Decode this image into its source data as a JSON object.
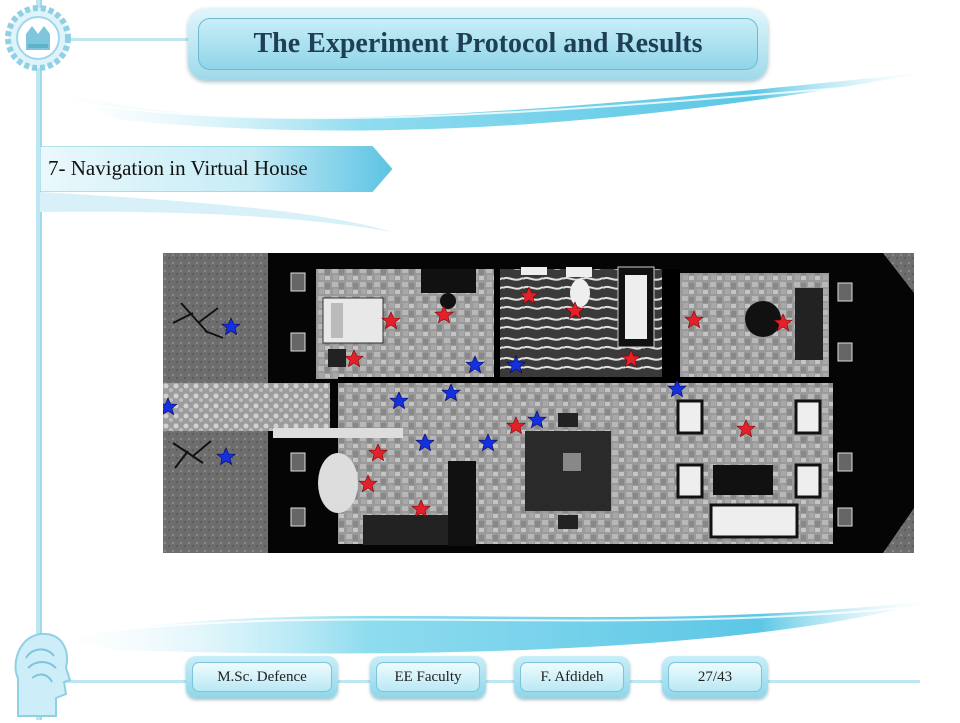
{
  "slide": {
    "title": "The Experiment Protocol and Results",
    "section": "7- Navigation in Virtual House"
  },
  "footer": {
    "degree": "M.Sc. Defence",
    "faculty": "EE Faculty",
    "author": "F. Afdideh",
    "page": "27/43"
  },
  "colors": {
    "accent": "#7fd3ea",
    "red_star": "#e5202a",
    "blue_star": "#1430e0"
  },
  "icons": [
    "university-logo-icon",
    "brain-head-icon"
  ]
}
